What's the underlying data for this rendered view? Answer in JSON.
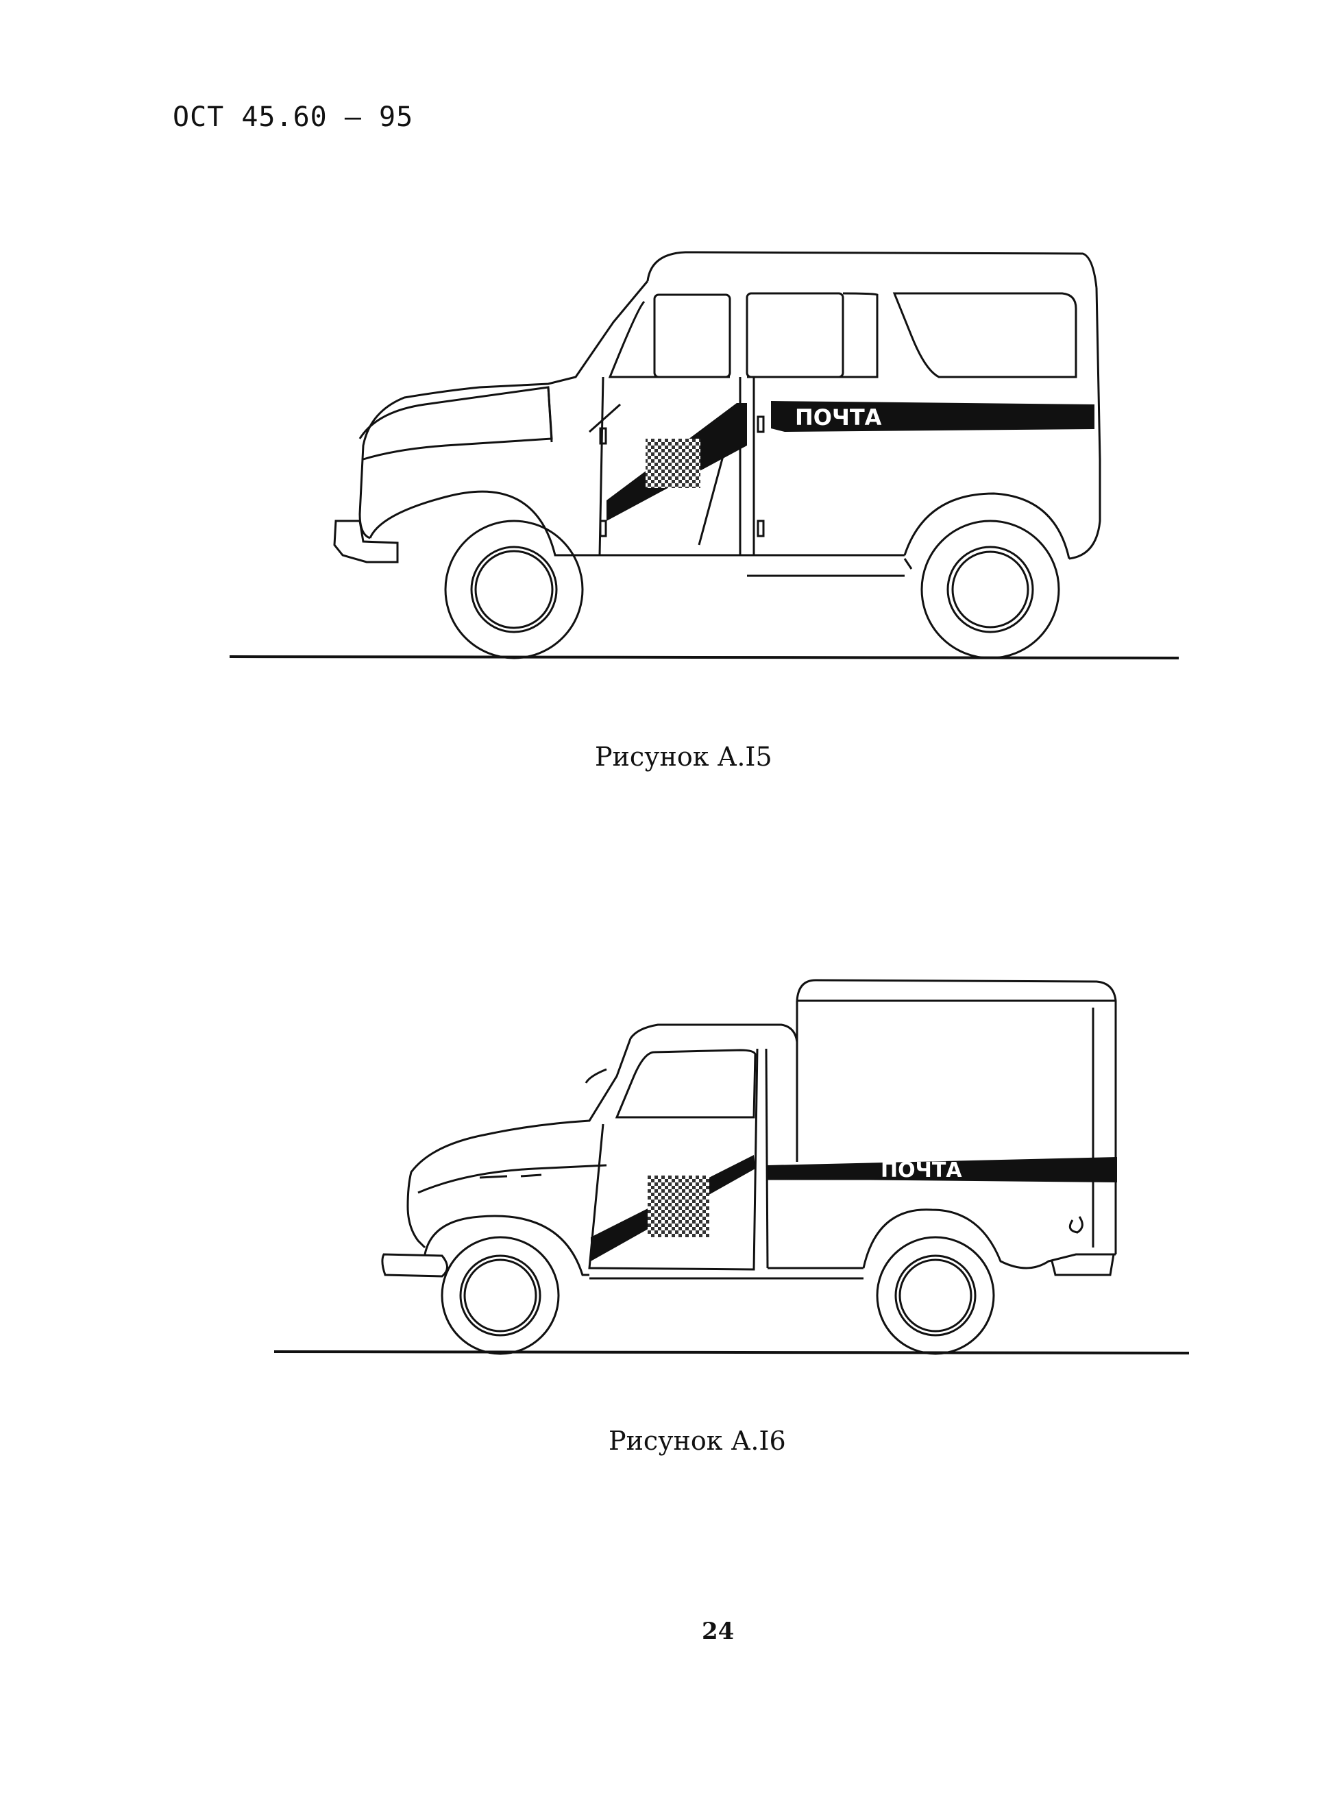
{
  "header": {
    "doc_code": "ОСТ 45.60 – 95"
  },
  "figures": [
    {
      "caption": "Рисунок А.I5",
      "sign_text": "ПОЧТА"
    },
    {
      "caption": "Рисунок А.I6",
      "sign_text": "ПОЧТА"
    }
  ],
  "footer": {
    "page_number": "24"
  }
}
